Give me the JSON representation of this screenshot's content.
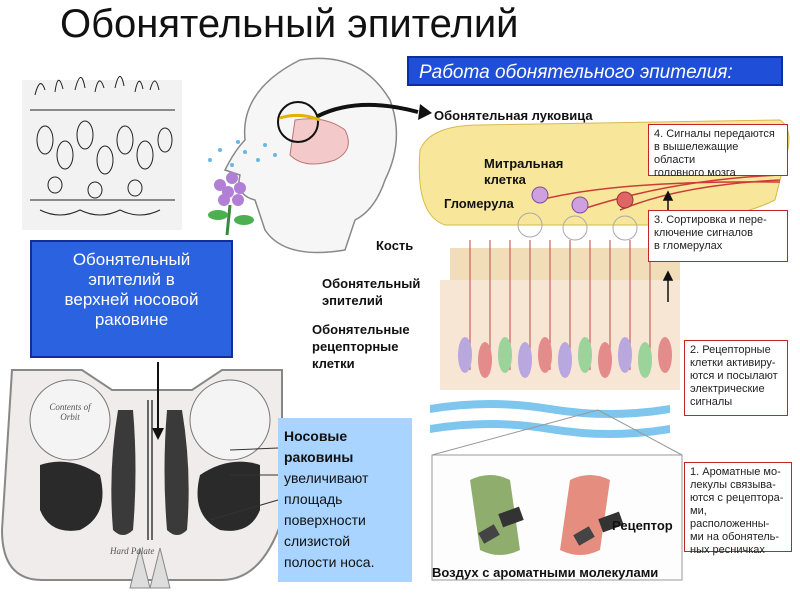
{
  "title": "Обонятельный эпителий",
  "work_header": "Работа обонятельного эпителия:",
  "blue_box": {
    "lines": [
      "Обонятельный",
      "эпителий в",
      "верхней носовой",
      "раковине"
    ]
  },
  "nasal_note": {
    "bold_lines": [
      "Носовые",
      "раковины"
    ],
    "lines": [
      "увеличивают",
      "площадь",
      "поверхности",
      "слизистой",
      "полости носа."
    ]
  },
  "diagram_labels": {
    "bulb": "Обонятельная луковица",
    "mitral_1": "Митральная",
    "mitral_2": "клетка",
    "glomerulus": "Гломерула",
    "bone": "Кость",
    "epith_1": "Обонятельный",
    "epith_2": "эпителий",
    "receptors_1": "Обонятельные",
    "receptors_2": "рецепторные",
    "receptors_3": "клетки",
    "receptor": "Рецептор",
    "air": "Воздух с ароматными молекулами"
  },
  "steps": [
    {
      "lines": [
        "4. Сигналы передаются",
        "в вышележащие области",
        "головного мозга"
      ]
    },
    {
      "lines": [
        "3. Сортировка и пере-",
        "ключение сигналов",
        "в гломерулах"
      ]
    },
    {
      "lines": [
        "2. Рецепторные",
        "клетки активиру-",
        "ются и посылают",
        "электрические",
        "сигналы"
      ]
    },
    {
      "lines": [
        "1. Ароматные мо-",
        "лекулы связыва-",
        "ются с рецептора-",
        "ми, расположенны-",
        "ми на обонятель-",
        "ных ресничках"
      ]
    }
  ],
  "skull_labels": {
    "orbit": "Contents of Orbit",
    "palate": "Hard Palate"
  },
  "colors": {
    "header_blue": "#1f4fd8",
    "note_blue": "#a8d4ff",
    "step_border": "#c32424",
    "bulb_yellow": "#f8e79a"
  }
}
